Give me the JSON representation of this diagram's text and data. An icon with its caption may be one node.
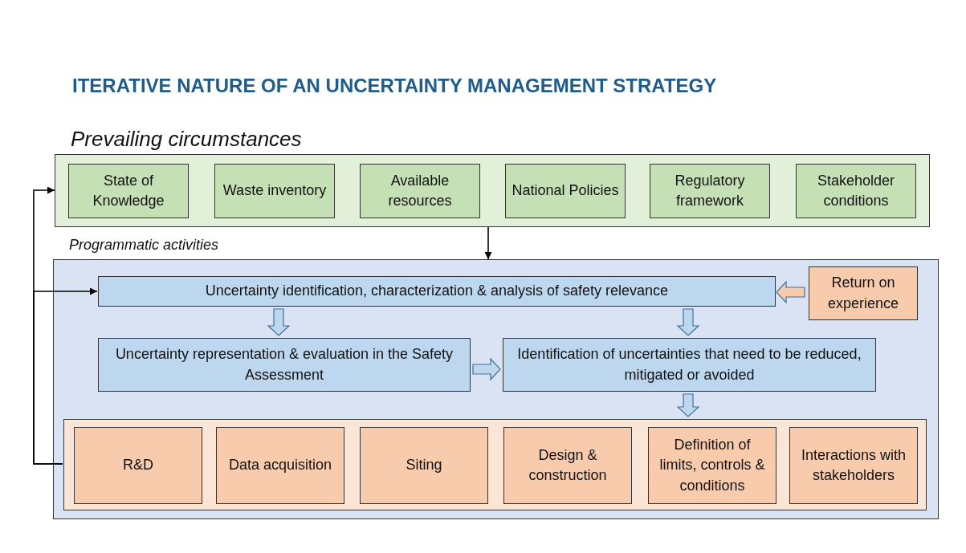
{
  "diagram": {
    "title": "ITERATIVE NATURE OF AN UNCERTAINTY MANAGEMENT STRATEGY",
    "nodes": [
      {
        "text": [
          "Prevailing circumstances"
        ]
      },
      {
        "text": [
          "State of Knowledge"
        ],
        "in": 0
      },
      {
        "text": [
          "Waste inventory"
        ],
        "in": 0
      },
      {
        "text": [
          "Available resources"
        ],
        "in": 0
      },
      {
        "text": [
          "National Policies"
        ],
        "in": 0
      },
      {
        "text": [
          "Regulatory framework"
        ],
        "in": 0
      },
      {
        "text": [
          "Stakeholder conditions"
        ],
        "in": 0
      },
      {
        "text": [
          "Programmatic activities"
        ]
      },
      {
        "text": [
          "Uncertainty identification, characterization & analysis of safety relevance"
        ],
        "in": 7
      },
      {
        "text": [
          "Return on experience"
        ],
        "in": 7
      },
      {
        "text": [
          "Uncertainty representation & evaluation in the Safety Assessment"
        ],
        "in": 7
      },
      {
        "text": [
          "Identification of uncertainties that need to be reduced, mitigated or avoided"
        ],
        "in": 7
      },
      {
        "text": [],
        "shape": "box",
        "in": 7
      },
      {
        "text": [
          "R&D"
        ],
        "in": 12
      },
      {
        "text": [
          "Data acquisition"
        ],
        "in": 12
      },
      {
        "text": [
          "Siting"
        ],
        "in": 12
      },
      {
        "text": [
          "Design & construction"
        ],
        "in": 12
      },
      {
        "text": [
          "Definition of limits, controls & conditions"
        ],
        "in": 12
      },
      {
        "text": [
          "Interactions with stakeholders"
        ],
        "in": 12
      }
    ],
    "edges": [
      {
        "from": 0,
        "to": 7,
        "arrow": "to"
      },
      {
        "from": 12,
        "to": 0,
        "arrow": "to"
      },
      {
        "from": 12,
        "to": 8,
        "arrow": "to"
      },
      {
        "from": 9,
        "to": 8,
        "arrow": "to",
        "style": "thick",
        "color": "#f8cbad"
      },
      {
        "from": 8,
        "to": 10,
        "arrow": "to",
        "style": "thick"
      },
      {
        "from": 8,
        "to": 11,
        "arrow": "to",
        "style": "thick"
      },
      {
        "from": 10,
        "to": 11,
        "arrow": "to",
        "style": "thick"
      },
      {
        "from": 11,
        "to": 12,
        "arrow": "to",
        "style": "thick"
      }
    ]
  }
}
